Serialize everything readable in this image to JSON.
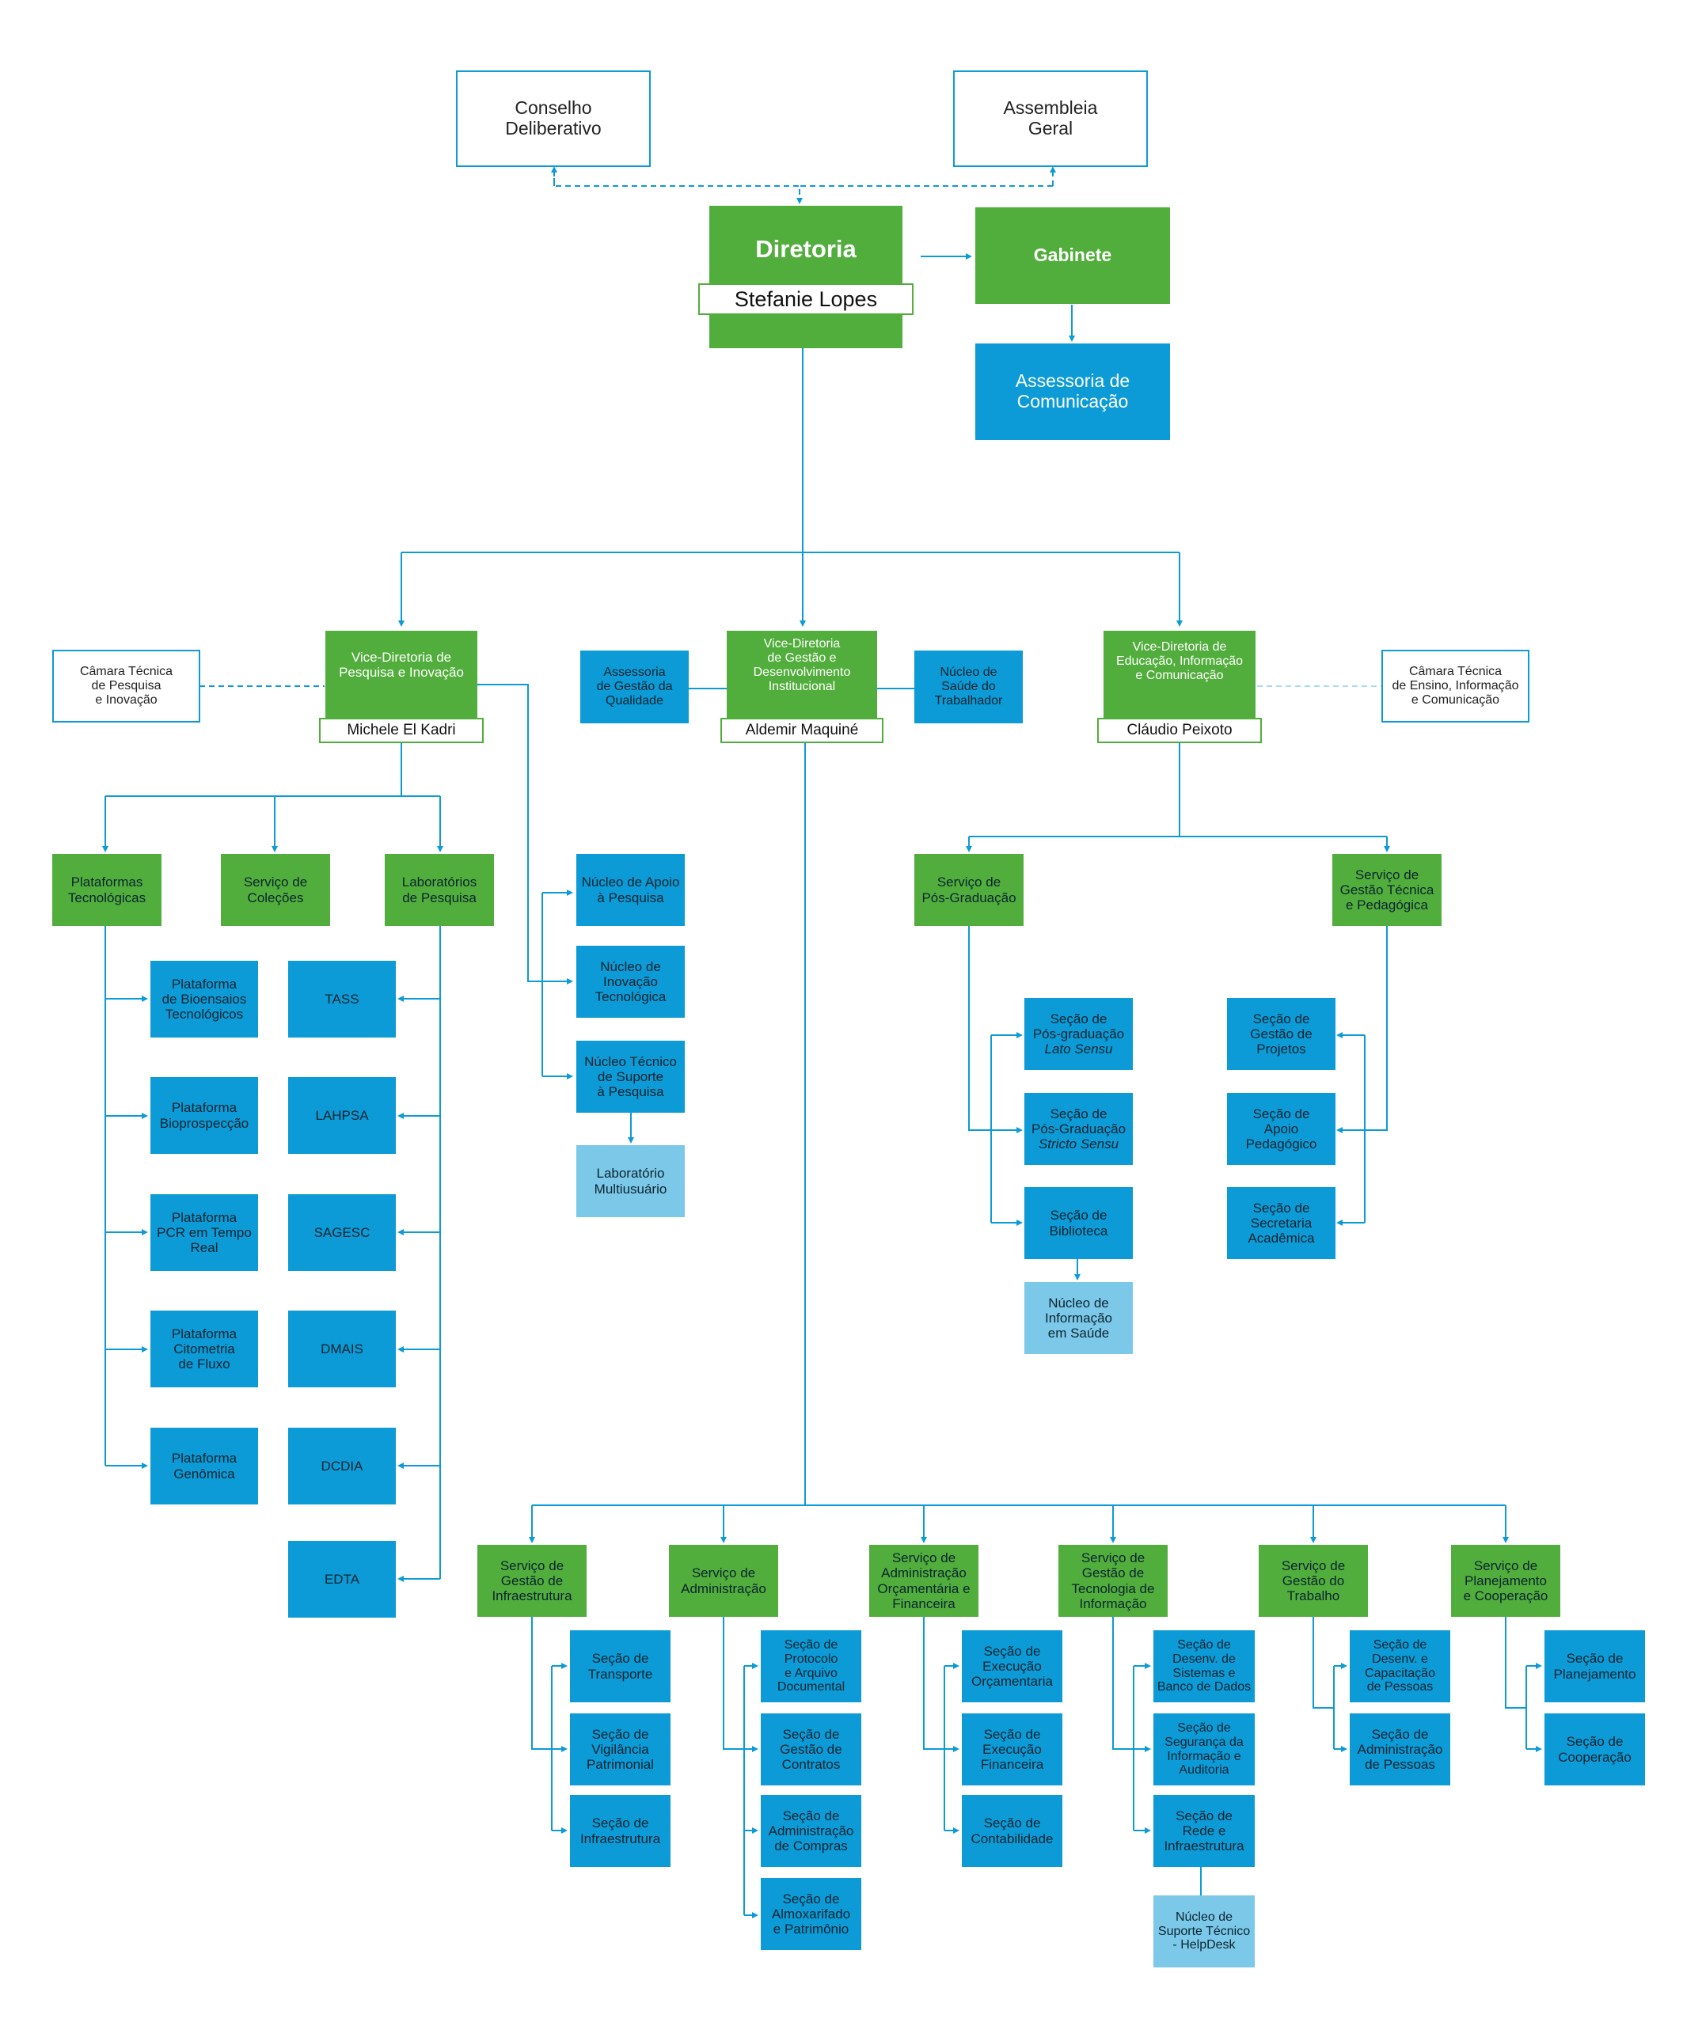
{
  "colors": {
    "blue": "#0c9bd6",
    "green": "#52ae3c",
    "light_blue": "#7cc8e8",
    "line": "#0c9bd6",
    "dashed_line": "#0c9bd6"
  },
  "top": {
    "conselho": "Conselho\nDeliberativo",
    "assembleia": "Assembleia\nGeral",
    "diretoria": "Diretoria",
    "diretora_nome": "Stefanie Lopes",
    "gabinete": "Gabinete",
    "assessoria_comunicacao": "Assessoria de\nComunicação"
  },
  "vps": {
    "pesquisa": {
      "title": "Vice-Diretoria de\nPesquisa e Inovação",
      "name": "Michele El Kadri",
      "camara": "Câmara Técnica\nde Pesquisa\ne Inovação"
    },
    "gestao": {
      "title": "Vice-Diretoria\nde Gestão e\nDesenvolvimento\nInstitucional",
      "name": "Aldemir Maquiné",
      "assessoria": "Assessoria\nde Gestão da\nQualidade",
      "nucleo_saude": "Núcleo de\nSaúde do\nTrabalhador"
    },
    "educacao": {
      "title": "Vice-Diretoria de\nEducação, Informação\ne Comunicação",
      "name": "Cláudio Peixoto",
      "camara": "Câmara Técnica\nde Ensino, Informação\ne Comunicação"
    }
  },
  "pesquisa": {
    "plataformas": "Plataformas\nTecnológicas",
    "colecoes": "Serviço de\nColeções",
    "laboratorios": "Laboratórios\nde Pesquisa",
    "plataformas_items": [
      "Plataforma\nde Bioensaios\nTecnológicos",
      "Plataforma\nBioprospecção",
      "Plataforma\nPCR em Tempo\nReal",
      "Plataforma\nCitometria\nde Fluxo",
      "Plataforma\nGenômica"
    ],
    "labs": [
      "TASS",
      "LAHPSA",
      "SAGESC",
      "DMAIS",
      "DCDIA",
      "EDTA"
    ],
    "nucleos": [
      "Núcleo de Apoio\nà Pesquisa",
      "Núcleo de\nInovação\nTecnológica",
      "Núcleo Técnico\nde Suporte\nà Pesquisa"
    ],
    "laboratorio_multiusuario": "Laboratório\nMultiusuário"
  },
  "educacao": {
    "pos_graduacao": "Serviço de\nPós-Graduação",
    "gestao_tecnica": "Serviço de\nGestão Técnica\ne Pedagógica",
    "lato_a": "Seção de\nPós-graduação",
    "lato_b": "Lato Sensu",
    "stricto_a": "Seção de\nPós-Graduação",
    "stricto_b": "Stricto Sensu",
    "biblioteca": "Seção de\nBiblioteca",
    "nucleo_info": "Núcleo de\nInformação\nem Saúde",
    "projetos": "Seção de\nGestão de\nProjetos",
    "apoio_ped": "Seção de\nApoio\nPedagógico",
    "secretaria": "Seção de\nSecretaria\nAcadêmica"
  },
  "gestao": {
    "servicos": [
      "Serviço de\nGestão de\nInfraestrutura",
      "Serviço de\nAdministração",
      "Serviço de\nAdministração\nOrçamentária e\nFinanceira",
      "Serviço de\nGestão de\nTecnologia de\nInformação",
      "Serviço de\nGestão do\nTrabalho",
      "Serviço de\nPlanejamento\ne Cooperação"
    ],
    "infra": [
      "Seção de\nTransporte",
      "Seção de\nVigilância\nPatrimonial",
      "Seção de\nInfraestrutura"
    ],
    "adm": [
      "Seção de\nProtocolo\ne Arquivo\nDocumental",
      "Seção de\nGestão de\nContratos",
      "Seção de\nAdministração\nde Compras",
      "Seção de\nAlmoxarifado\ne Patrimônio"
    ],
    "orc": [
      "Seção de\nExecução\nOrçamentaria",
      "Seção de\nExecução\nFinanceira",
      "Seção de\nContabilidade"
    ],
    "ti": [
      "Seção de\nDesenv. de\nSistemas e\nBanco de Dados",
      "Seção de\nSegurança da\nInformação e\nAuditoria",
      "Seção de\nRede e\nInfraestrutura"
    ],
    "helpdesk": "Núcleo de\nSuporte Técnico\n- HelpDesk",
    "trabalho": [
      "Seção de\nDesenv. e\nCapacitação\nde Pessoas",
      "Seção de\nAdministração\nde Pessoas"
    ],
    "planej": [
      "Seção de\nPlanejamento",
      "Seção de\nCooperação"
    ]
  }
}
